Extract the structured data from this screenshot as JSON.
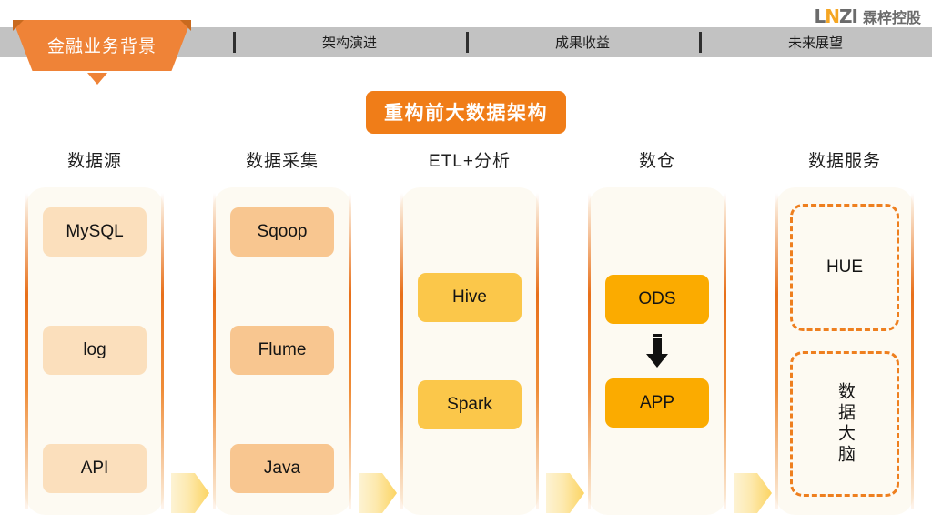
{
  "brand": {
    "mark_primary": "L",
    "mark_accent": "N",
    "mark_tail": "ZI",
    "name": "霖梓控股"
  },
  "nav": {
    "items": [
      {
        "label": "金融业务背景",
        "active": true
      },
      {
        "label": "架构演进",
        "active": false
      },
      {
        "label": "成果收益",
        "active": false
      },
      {
        "label": "未来展望",
        "active": false
      }
    ]
  },
  "title": "重构前大数据架构",
  "columns": [
    {
      "header": "数据源",
      "nodes": [
        {
          "label": "MySQL",
          "style": "filled"
        },
        {
          "label": "log",
          "style": "filled"
        },
        {
          "label": "API",
          "style": "filled"
        }
      ]
    },
    {
      "header": "数据采集",
      "nodes": [
        {
          "label": "Sqoop",
          "style": "filled"
        },
        {
          "label": "Flume",
          "style": "filled"
        },
        {
          "label": "Java",
          "style": "filled"
        }
      ]
    },
    {
      "header": "ETL+分析",
      "nodes": [
        {
          "label": "Hive",
          "style": "filled"
        },
        {
          "label": "Spark",
          "style": "filled"
        }
      ]
    },
    {
      "header": "数仓",
      "nodes": [
        {
          "label": "ODS",
          "style": "filled"
        },
        {
          "label": "↓",
          "style": "arrow"
        },
        {
          "label": "APP",
          "style": "filled"
        }
      ]
    },
    {
      "header": "数据服务",
      "nodes": [
        {
          "label": "HUE",
          "style": "dashed"
        },
        {
          "label": "数据大脑",
          "style": "dashed-vertical"
        }
      ]
    }
  ],
  "connectors": [
    {
      "name": "arrow-source-to-collect"
    },
    {
      "name": "arrow-collect-to-etl"
    },
    {
      "name": "arrow-etl-to-warehouse"
    },
    {
      "name": "arrow-warehouse-to-service"
    }
  ],
  "colors": {
    "brand_orange": "#ef8337",
    "title_badge": "#f07d18",
    "navbar_gray": "#c2c2c2",
    "accent_amber": "#fbab00",
    "panel_bg": "#fdfaf2"
  }
}
